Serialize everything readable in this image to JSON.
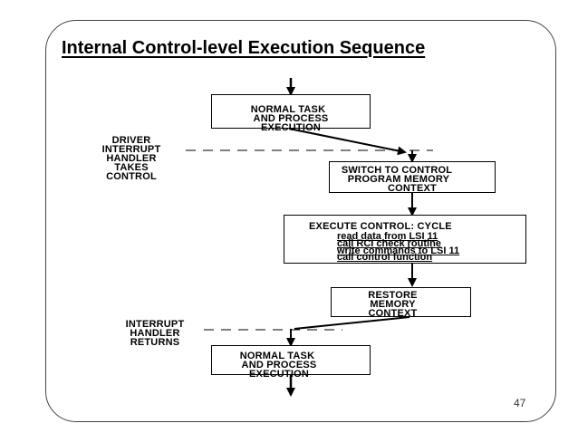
{
  "slide": {
    "title": "Internal  Control-level Execution Sequence",
    "page_number": "47"
  },
  "boxes": {
    "normal_task_top": [
      "NORMAL TASK",
      "AND PROCESS",
      "EXECUTION"
    ],
    "switch_context": [
      "SWITCH TO CONTROL",
      "PROGRAM MEMORY",
      "CONTEXT"
    ],
    "execute_cycle_heading": "EXECUTE   CONTROL:  CYCLE",
    "execute_cycle_steps": [
      "read  data  from  LSI  11",
      "call  RCI  check  routine",
      "write  commands  to  LSI  11",
      "call  control  function"
    ],
    "restore_context": [
      "RESTORE",
      "MEMORY",
      "CONTEXT"
    ],
    "normal_task_bottom": [
      "NORMAL TASK",
      "AND PROCESS",
      "EXECUTION"
    ]
  },
  "side_labels": {
    "driver_interrupt": [
      "DRIVER",
      "INTERRUPT",
      "HANDLER",
      "TAKES",
      "CONTROL"
    ],
    "interrupt_returns": [
      "INTERRUPT",
      "HANDLER",
      "RETURNS"
    ]
  }
}
